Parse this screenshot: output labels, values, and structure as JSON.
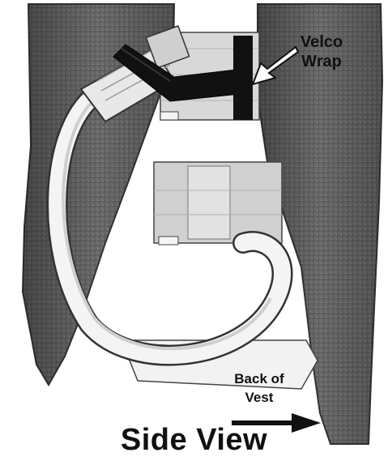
{
  "annotations": {
    "velco_wrap": "Velco\nWrap",
    "back_of_vest": "Back of\nVest"
  },
  "caption": "Side View",
  "colors": {
    "vest_dark": "#555555",
    "vest_mid": "#7a7a7a",
    "strap_light": "#d8d8d8",
    "loop_light": "#eeeeee",
    "velcro_black": "#111111",
    "text": "#111111"
  }
}
